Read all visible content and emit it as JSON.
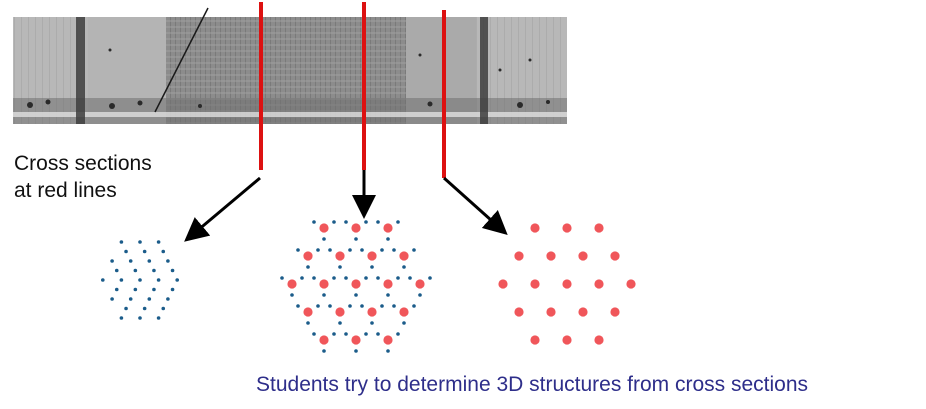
{
  "caption": {
    "line1": "Cross sections",
    "line2": "at red lines"
  },
  "footer": "Students try to determine 3D structures from cross sections",
  "colors": {
    "red_line": "#dd1111",
    "thick_filament_dot": "#f0565a",
    "thin_filament_dot": "#1b5c8a",
    "arrow": "#000000",
    "footer_text": "#2e2e8a",
    "micrograph": "#9a9a9a"
  },
  "micrograph": {
    "description_icon": "sarcomere-micrograph-image"
  },
  "cross_sections": [
    {
      "name": "thin-filaments-only",
      "thin_filaments": true,
      "thick_filaments": false
    },
    {
      "name": "overlap-region",
      "thin_filaments": true,
      "thick_filaments": true
    },
    {
      "name": "thick-filaments-only",
      "thin_filaments": false,
      "thick_filaments": true
    }
  ]
}
